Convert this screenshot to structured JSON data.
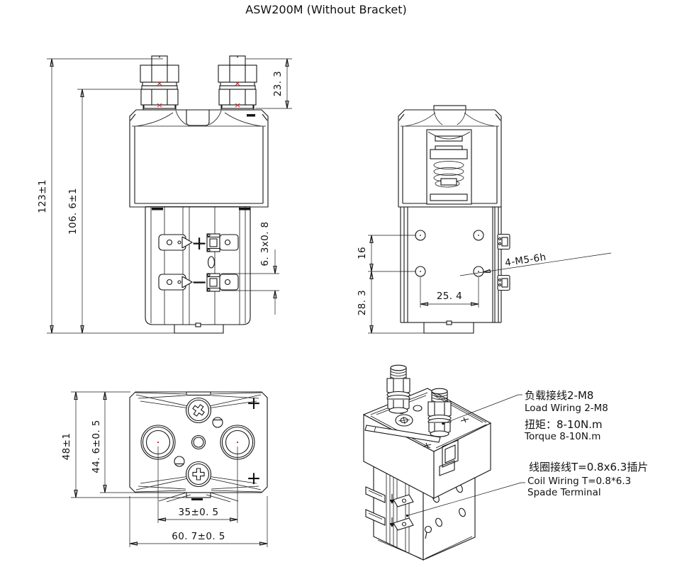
{
  "title": "ASW200M (Without Bracket)",
  "front_view": {
    "dim_overall_height": "123±1",
    "dim_body_height": "106. 6±1",
    "dim_stud_height": "23. 3",
    "dim_coil_tab": "6. 3x0. 8",
    "polarity_positive": "+",
    "polarity_negative": "−"
  },
  "side_view": {
    "dim_hole_vertical_spacing": "16",
    "dim_hole_to_base": "28. 3",
    "dim_hole_horizontal_spacing": "25. 4",
    "mounting_thread_callout": "4-M5-6h"
  },
  "top_view": {
    "dim_overall_depth": "48±1",
    "dim_body_depth": "44. 6±0. 5",
    "dim_terminal_spacing": "35±0. 5",
    "dim_overall_width": "60. 7±0. 5",
    "corner_mark_top": "+",
    "corner_mark_bottom": "+"
  },
  "annotations": {
    "load_wiring_cn": "负载接线2-M8",
    "load_wiring_en": "Load Wiring 2-M8",
    "torque_cn": "扭矩：8-10N.m",
    "torque_en": "Torque 8-10N.m",
    "coil_wiring_cn": "线圈接线T=0.8x6.3插片",
    "coil_wiring_en": "Coil Wiring T=0.8*6.3",
    "coil_wiring_en2": "Spade Terminal"
  },
  "colors": {
    "line": "#161616",
    "center_mark_red": "#b32424",
    "background": "#ffffff"
  }
}
